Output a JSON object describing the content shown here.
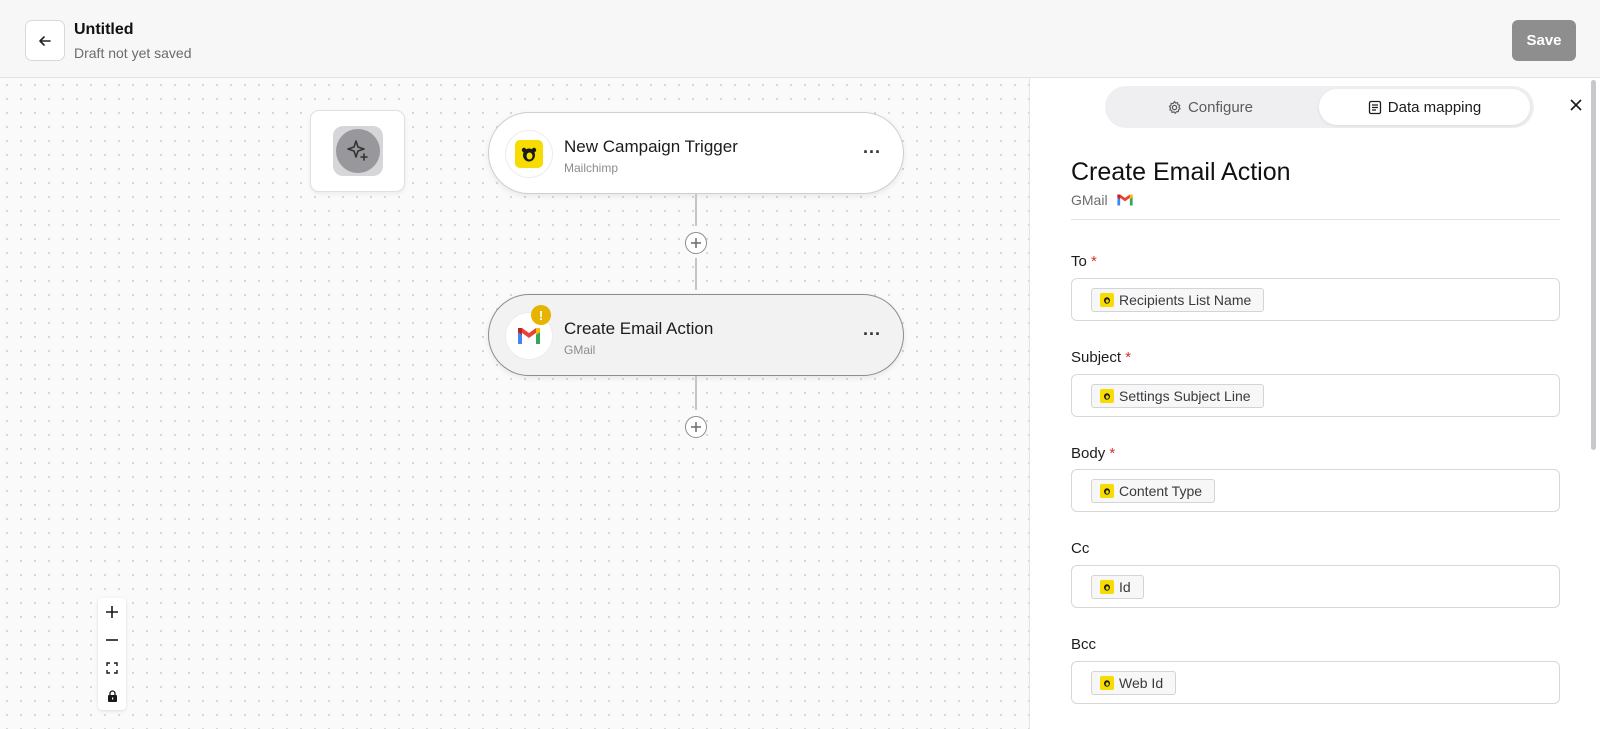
{
  "header": {
    "title": "Untitled",
    "subtitle": "Draft not yet saved",
    "save_label": "Save"
  },
  "canvas": {
    "nodes": [
      {
        "title": "New Campaign Trigger",
        "subtitle": "Mailchimp",
        "icon": "mailchimp-icon"
      },
      {
        "title": "Create Email Action",
        "subtitle": "GMail",
        "icon": "gmail-icon",
        "warning": "!"
      }
    ],
    "menu_label": "...",
    "zoom_controls": [
      "zoom-in",
      "zoom-out",
      "fit-view",
      "lock"
    ]
  },
  "panel": {
    "tabs": [
      {
        "label": "Configure",
        "icon": "gear-icon",
        "active": false
      },
      {
        "label": "Data mapping",
        "icon": "document-icon",
        "active": true
      }
    ],
    "title": "Create Email Action",
    "app_name": "GMail",
    "fields": [
      {
        "label": "To",
        "required": "*",
        "chip": "Recipients List Name"
      },
      {
        "label": "Subject",
        "required": "*",
        "chip": "Settings Subject Line"
      },
      {
        "label": "Body",
        "required": "*",
        "chip": "Content Type"
      },
      {
        "label": "Cc",
        "required": "",
        "chip": "Id"
      },
      {
        "label": "Bcc",
        "required": "",
        "chip": "Web Id"
      }
    ]
  },
  "colors": {
    "mailchimp_yellow": "#f6dc00",
    "warning": "#e6b400",
    "required": "#d93025",
    "save_button": "#8e8e8e"
  }
}
